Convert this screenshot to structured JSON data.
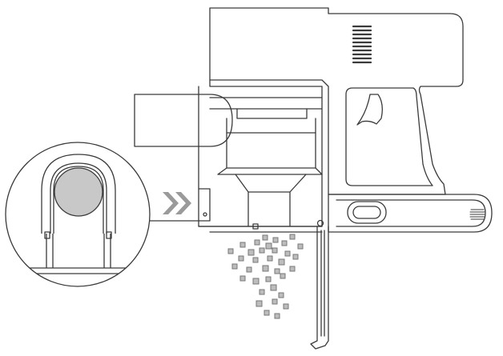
{
  "figure": {
    "subject": "handheld-vacuum-dust-bin-emptying",
    "colors": {
      "line": "#3a3a3a",
      "button_fill": "#c8c8c8",
      "arrow_fill": "#9a9a9a",
      "debris_fill": "#bdbdbd",
      "debris_stroke": "#777777",
      "background": "#ffffff"
    },
    "icons": {
      "direction": "double-chevron-right",
      "release_button": "circle-button"
    }
  }
}
